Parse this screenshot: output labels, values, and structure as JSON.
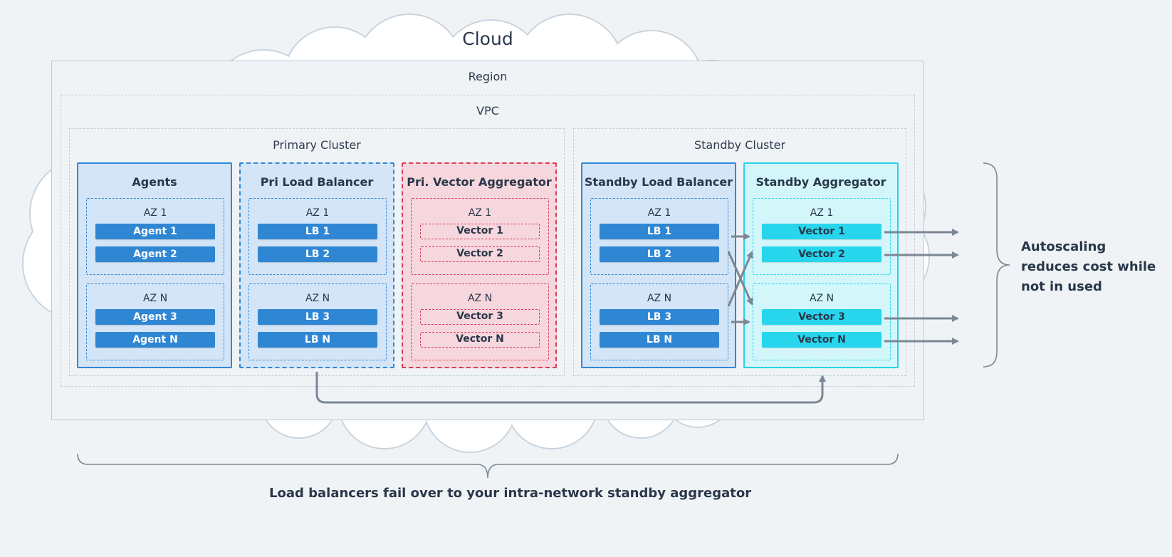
{
  "cloud": {
    "label": "Cloud"
  },
  "region": {
    "label": "Region"
  },
  "vpc": {
    "label": "VPC"
  },
  "primary_cluster": {
    "label": "Primary Cluster",
    "columns": [
      {
        "title": "Agents",
        "zones": [
          {
            "label": "AZ 1",
            "nodes": [
              "Agent 1",
              "Agent 2"
            ]
          },
          {
            "label": "AZ N",
            "nodes": [
              "Agent 3",
              "Agent N"
            ]
          }
        ]
      },
      {
        "title": "Pri Load Balancer",
        "zones": [
          {
            "label": "AZ 1",
            "nodes": [
              "LB 1",
              "LB 2"
            ]
          },
          {
            "label": "AZ N",
            "nodes": [
              "LB 3",
              "LB N"
            ]
          }
        ]
      },
      {
        "title": "Pri. Vector Aggregator",
        "zones": [
          {
            "label": "AZ 1",
            "nodes": [
              "Vector 1",
              "Vector 2"
            ]
          },
          {
            "label": "AZ N",
            "nodes": [
              "Vector 3",
              "Vector N"
            ]
          }
        ]
      }
    ]
  },
  "standby_cluster": {
    "label": "Standby Cluster",
    "columns": [
      {
        "title": "Standby Load Balancer",
        "zones": [
          {
            "label": "AZ 1",
            "nodes": [
              "LB 1",
              "LB 2"
            ]
          },
          {
            "label": "AZ N",
            "nodes": [
              "LB 3",
              "LB N"
            ]
          }
        ]
      },
      {
        "title": "Standby Aggregator",
        "zones": [
          {
            "label": "AZ 1",
            "nodes": [
              "Vector 1",
              "Vector 2"
            ]
          },
          {
            "label": "AZ N",
            "nodes": [
              "Vector 3",
              "Vector N"
            ]
          }
        ]
      }
    ]
  },
  "annotations": {
    "autoscaling": [
      "Autoscaling",
      "reduces cost while",
      "not in used"
    ],
    "failover": "Load balancers fail over to your intra-network standby aggregator"
  },
  "colors": {
    "blue": "#2f86d3",
    "cyan": "#27d5ec",
    "red": "#db3d59",
    "arrow": "#7b8794",
    "cloud_border": "#c4d0dc"
  }
}
